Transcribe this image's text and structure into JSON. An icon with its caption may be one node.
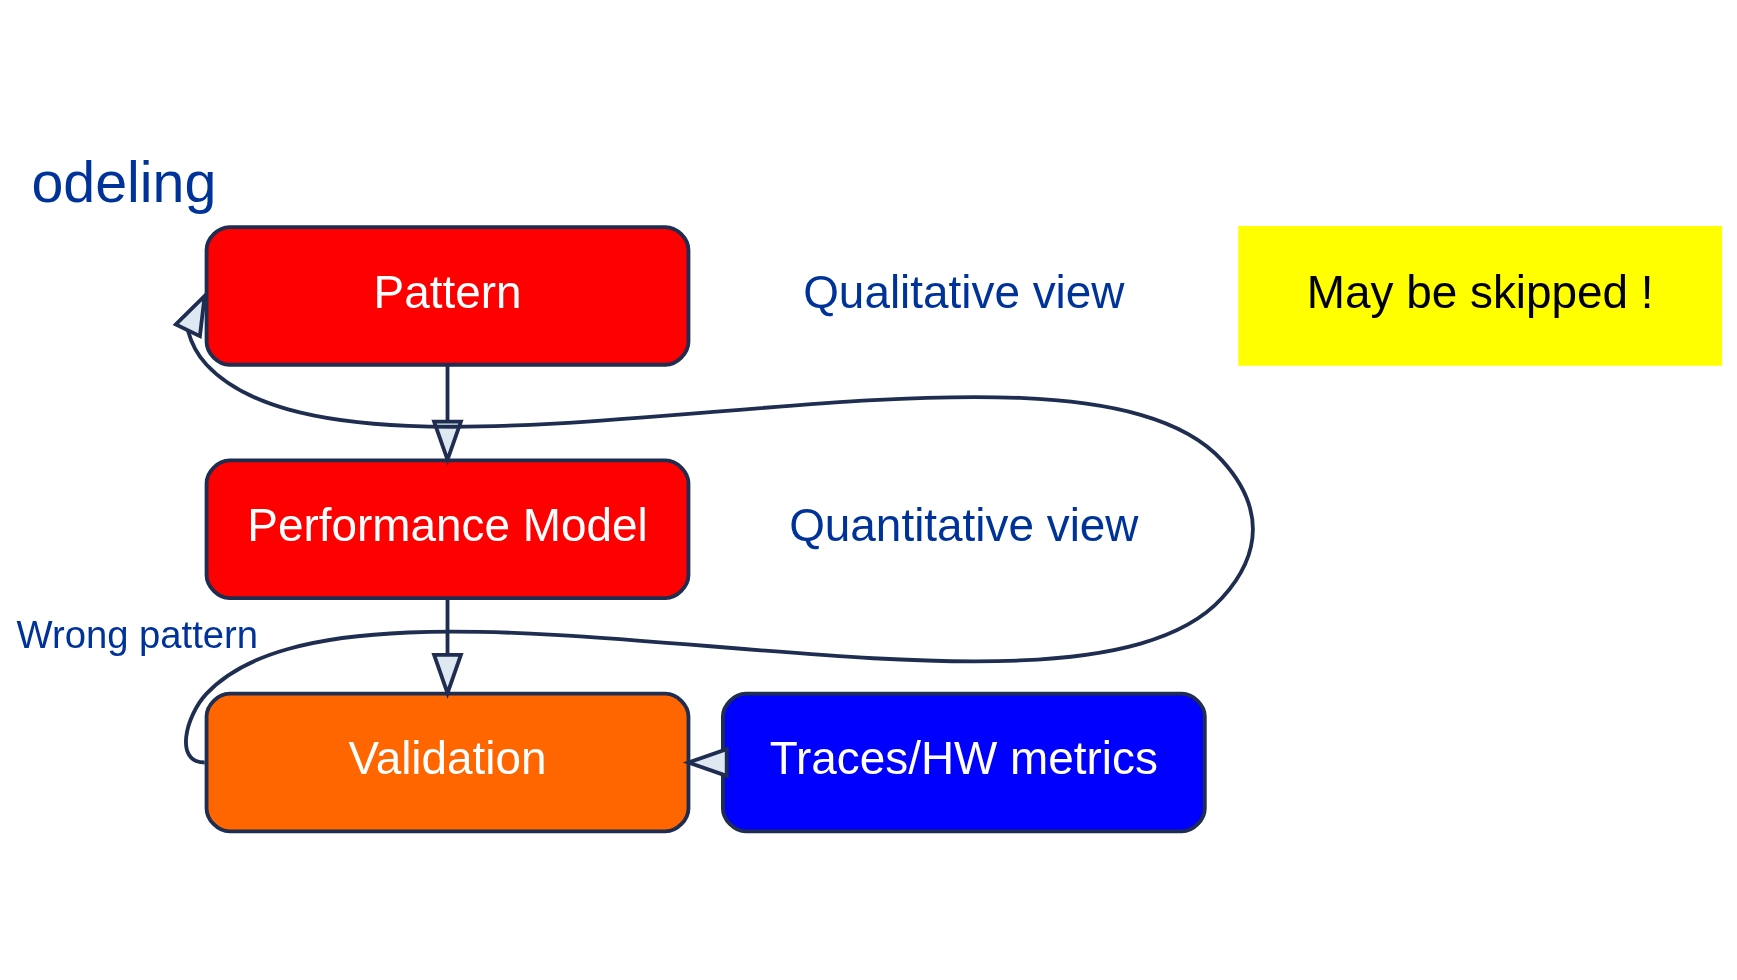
{
  "diagram": {
    "title": "odeling",
    "nodes": [
      {
        "text": [
          "Pattern"
        ],
        "beside": [
          "Qualitative view"
        ]
      },
      {
        "text": [
          "Performance Model"
        ],
        "beside": [
          "Quantitative view"
        ]
      },
      {
        "text": [
          "Validation"
        ]
      },
      {
        "text": [
          "Traces/HW metrics"
        ]
      },
      {
        "text": [
          "May be skipped !"
        ]
      }
    ],
    "edges": [
      {
        "from": 0,
        "to": 1,
        "arrow": "to"
      },
      {
        "from": 1,
        "to": 2,
        "arrow": "to"
      },
      {
        "from": 3,
        "to": 2,
        "arrow": "to"
      },
      {
        "from": 2,
        "to": 0,
        "arrow": "to",
        "label": "Wrong pattern"
      }
    ]
  }
}
